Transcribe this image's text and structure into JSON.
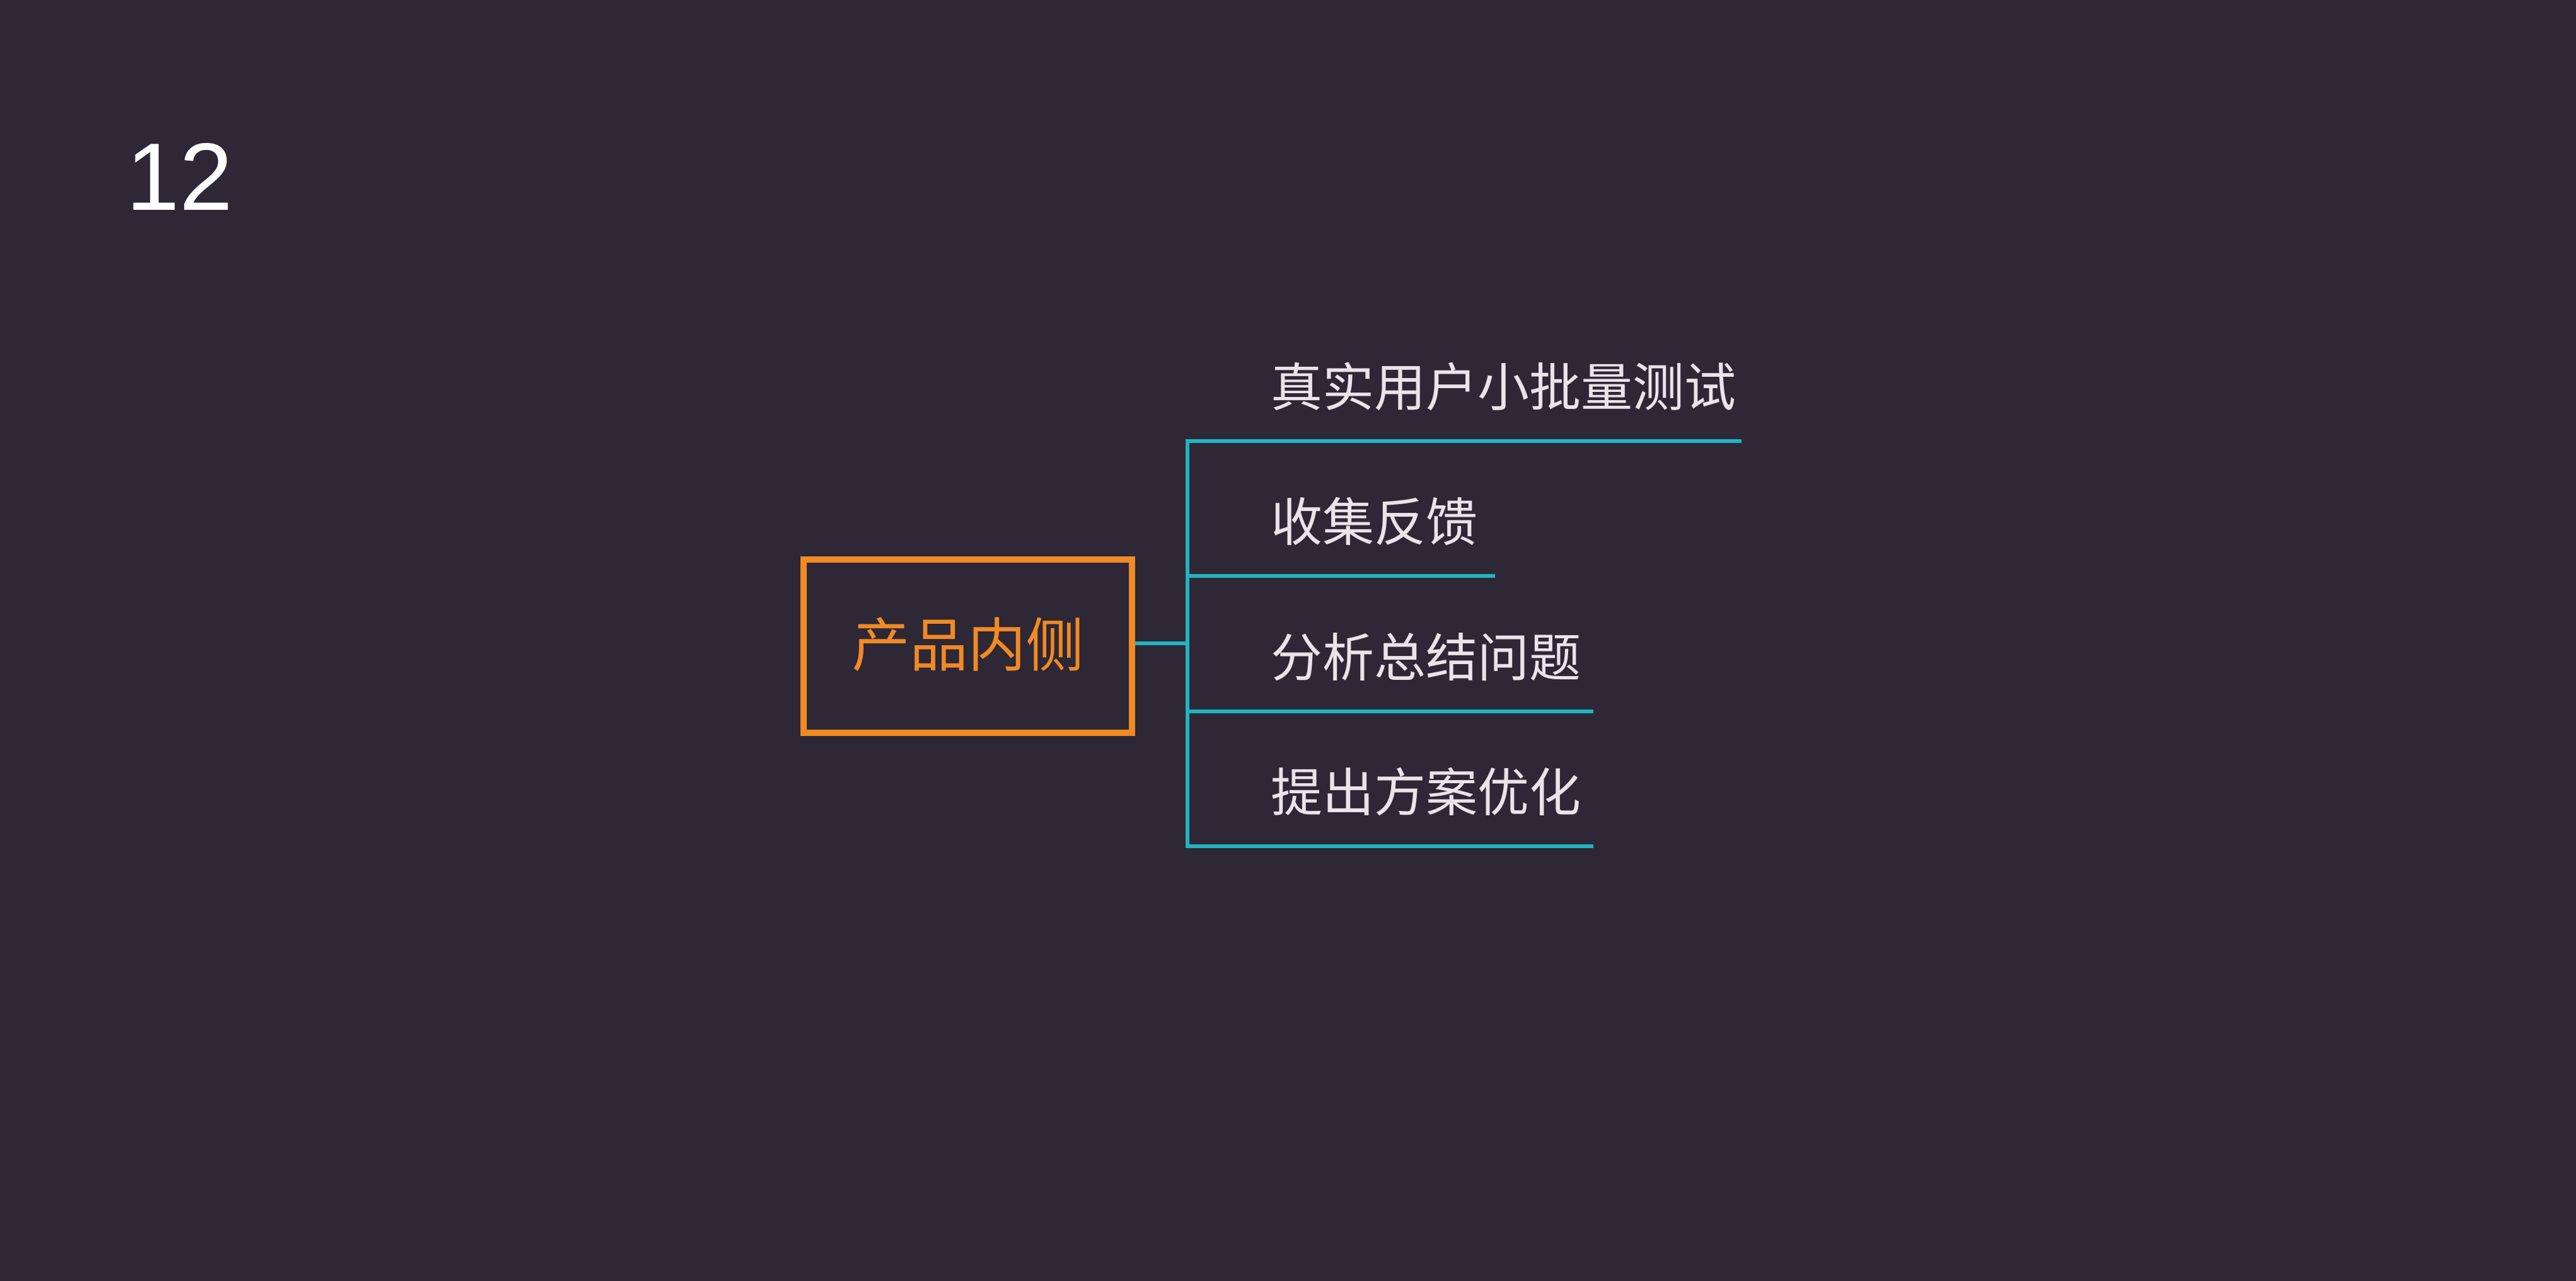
{
  "slide": {
    "page_number": "12",
    "background_color": "#2e2736"
  },
  "mindmap": {
    "root": {
      "label": "产品内侧",
      "color": "#f08a24"
    },
    "connector_color": "#1fb4bf",
    "branches": [
      {
        "label": "真实用户小批量测试"
      },
      {
        "label": "收集反馈"
      },
      {
        "label": "分析总结问题"
      },
      {
        "label": "提出方案优化"
      }
    ]
  }
}
